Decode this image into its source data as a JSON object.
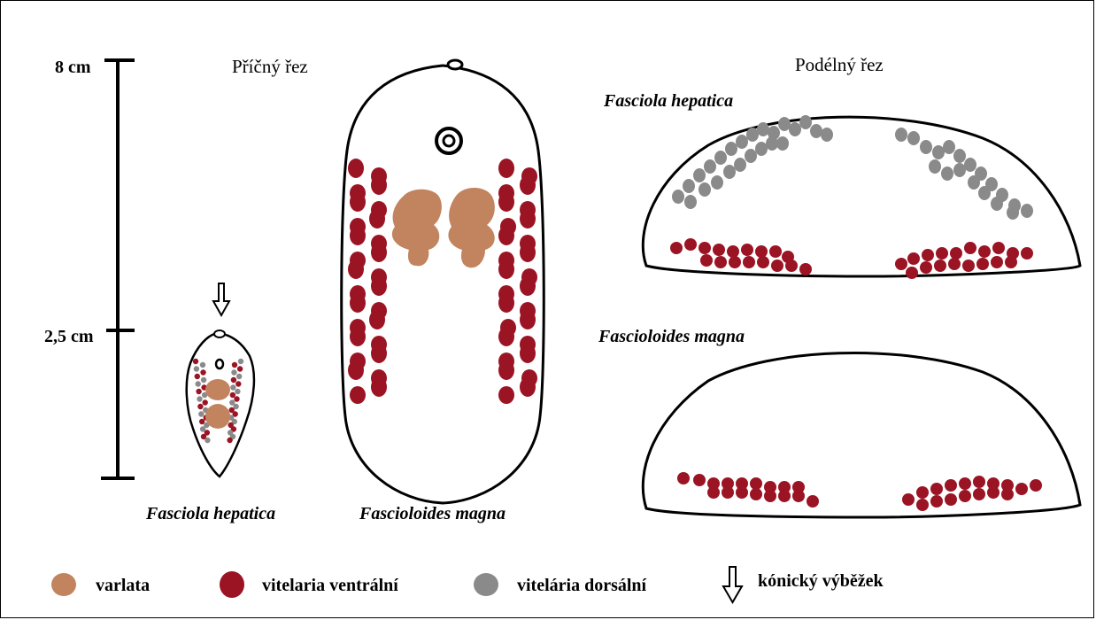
{
  "scale": {
    "top_label": "8 cm",
    "mid_label": "2,5 cm"
  },
  "headings": {
    "cross_section": "Příčný řez",
    "longitudinal_section": "Podélný řez"
  },
  "specimens": {
    "small_name": "Fasciola hepatica",
    "large_name": "Fascioloides magna",
    "long_top_name": "Fasciola hepatica",
    "long_bottom_name": "Fascioloides magna"
  },
  "legend": [
    {
      "label": "varlata",
      "color": "#c1845f",
      "icon": "testis-dot-icon"
    },
    {
      "label": "vitelaria ventrální",
      "color": "#9b1424",
      "icon": "ventral-vitellaria-dot-icon"
    },
    {
      "label": "vitelária dorsální",
      "color": "#8a8a8a",
      "icon": "dorsal-vitellaria-dot-icon"
    },
    {
      "label": "kónický výběžek",
      "color": "#000000",
      "icon": "down-arrow-icon"
    }
  ],
  "colors": {
    "testis": "#c1845f",
    "ventral": "#9b1424",
    "dorsal": "#8a8a8a",
    "outline": "#000000"
  }
}
